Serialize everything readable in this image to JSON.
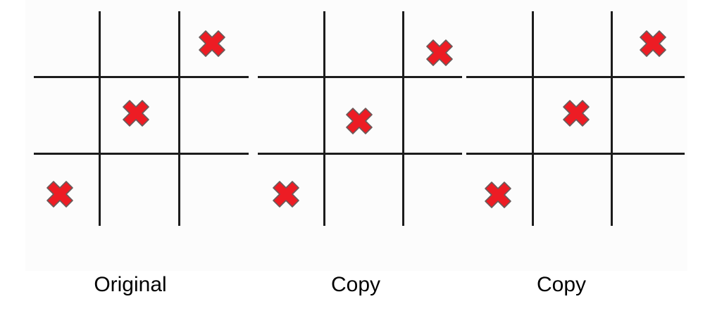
{
  "colors": {
    "x_fill": "#ed1c24",
    "x_stroke": "#6b5a5a",
    "grid_line": "#1c1c1c"
  },
  "icon": "x-mark-icon",
  "panels": [
    {
      "caption": "Original",
      "marks": [
        "row1-col3",
        "row2-col2",
        "row3-col1"
      ]
    },
    {
      "caption": "Copy",
      "marks": [
        "row1-col3",
        "row2-col2",
        "row3-col1"
      ]
    },
    {
      "caption": "Copy",
      "marks": [
        "row1-col3",
        "row2-col2",
        "row3-col1"
      ]
    }
  ]
}
